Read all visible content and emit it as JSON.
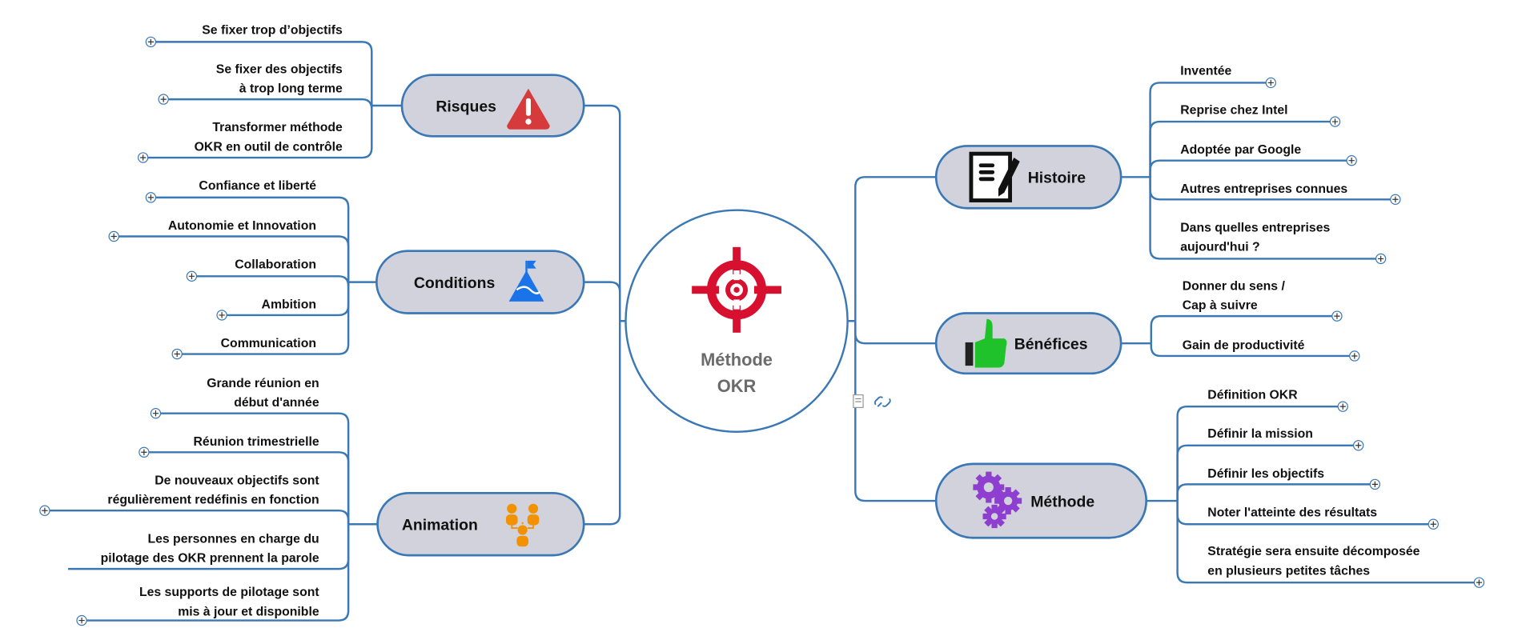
{
  "center": {
    "title_lines": [
      "Méthode",
      "OKR"
    ],
    "icon": "target-icon",
    "accent": "#d6102e"
  },
  "colors": {
    "line": "#3a78b5",
    "node_fill": "#d1d2dc"
  },
  "branches": [
    {
      "id": "risques",
      "label": "Risques",
      "icon": "warning-icon",
      "children": [
        {
          "lines": [
            "Se fixer trop d’objectifs"
          ]
        },
        {
          "lines": [
            "Se fixer des objectifs",
            "à trop long terme"
          ]
        },
        {
          "lines": [
            "Transformer méthode",
            "OKR en outil de contrôle"
          ]
        }
      ]
    },
    {
      "id": "conditions",
      "label": "Conditions",
      "icon": "mountain-flag-icon",
      "children": [
        {
          "lines": [
            "Confiance et liberté"
          ]
        },
        {
          "lines": [
            "Autonomie et Innovation"
          ]
        },
        {
          "lines": [
            "Collaboration"
          ]
        },
        {
          "lines": [
            "Ambition"
          ]
        },
        {
          "lines": [
            "Communication"
          ]
        }
      ]
    },
    {
      "id": "animation",
      "label": "Animation",
      "icon": "people-network-icon",
      "children": [
        {
          "lines": [
            "Grande réunion en",
            "début d'année"
          ]
        },
        {
          "lines": [
            "Réunion trimestrielle"
          ]
        },
        {
          "lines": [
            "De nouveaux objectifs sont",
            "régulièrement redéfinis en fonction"
          ]
        },
        {
          "lines": [
            "Les personnes en charge du",
            "pilotage des OKR prennent la parole"
          ]
        },
        {
          "lines": [
            "Les supports de pilotage sont",
            "mis à jour et disponible"
          ]
        }
      ]
    },
    {
      "id": "histoire",
      "label": "Histoire",
      "icon": "document-pen-icon",
      "children": [
        {
          "lines": [
            "Inventée"
          ]
        },
        {
          "lines": [
            "Reprise chez Intel"
          ]
        },
        {
          "lines": [
            "Adoptée par Google"
          ]
        },
        {
          "lines": [
            "Autres entreprises connues"
          ]
        },
        {
          "lines": [
            "Dans quelles entreprises",
            "aujourd'hui ?"
          ]
        }
      ]
    },
    {
      "id": "benefices",
      "label": "Bénéfices",
      "icon": "thumbs-up-icon",
      "children": [
        {
          "lines": [
            "Donner du sens  /",
            "Cap à suivre"
          ]
        },
        {
          "lines": [
            "Gain de productivité"
          ]
        }
      ]
    },
    {
      "id": "methode",
      "label": "Méthode",
      "icon": "gears-icon",
      "children": [
        {
          "lines": [
            "Définition OKR"
          ]
        },
        {
          "lines": [
            "Définir la mission"
          ]
        },
        {
          "lines": [
            "Définir les objectifs"
          ]
        },
        {
          "lines": [
            "Noter l'atteinte des résultats"
          ]
        },
        {
          "lines": [
            "Stratégie sera ensuite décomposée",
            "en plusieurs petites tâches"
          ]
        }
      ]
    }
  ]
}
